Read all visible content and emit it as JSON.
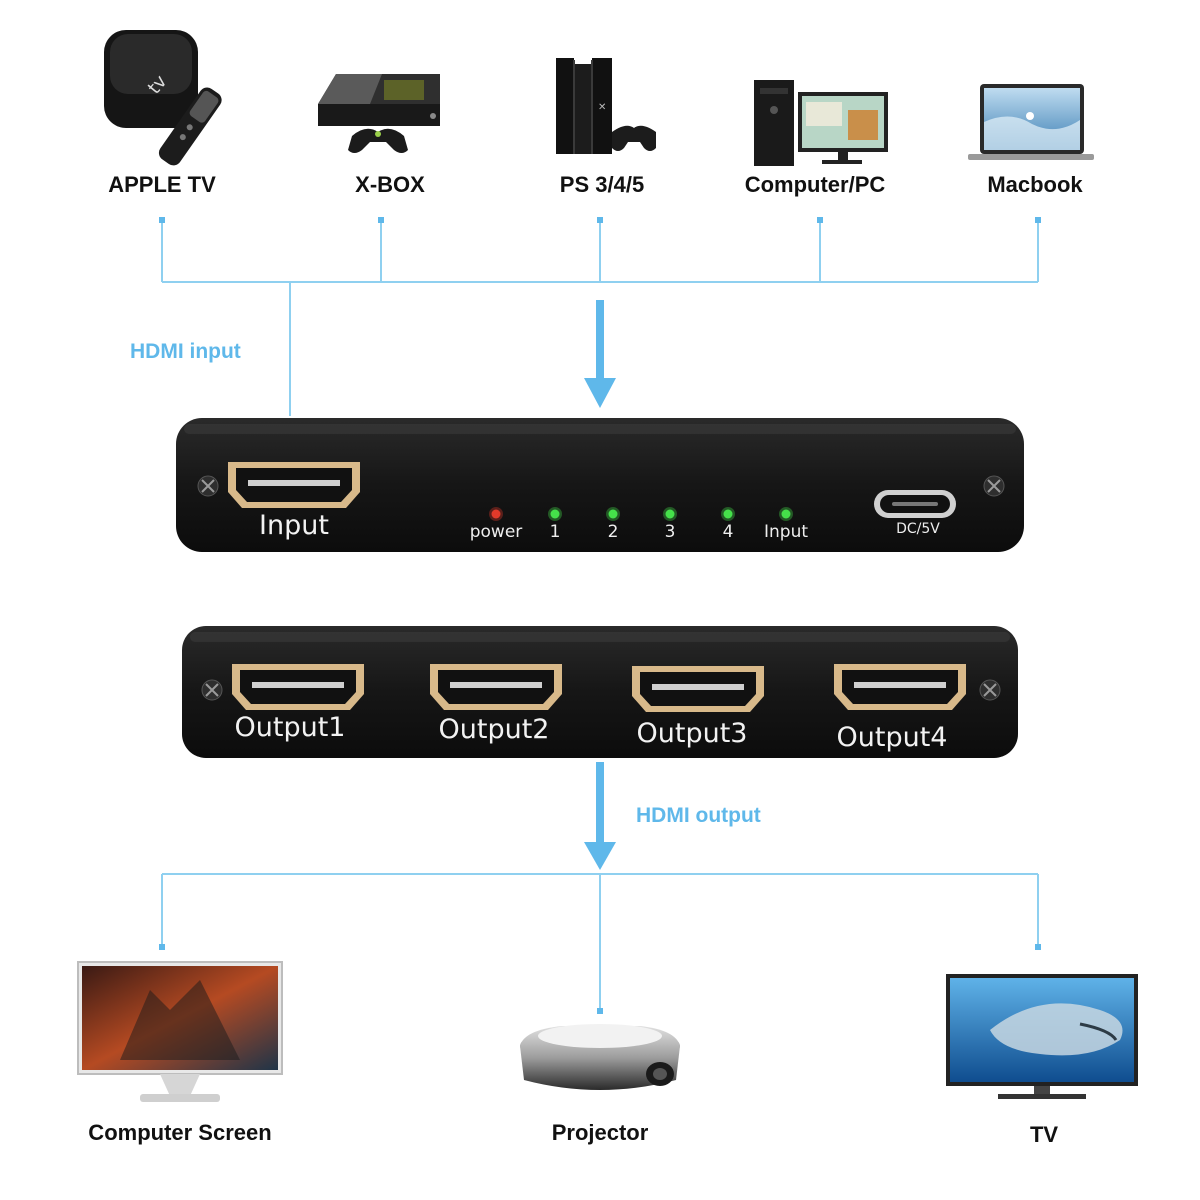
{
  "sources": [
    {
      "label": "APPLE TV",
      "icon": "apple-tv-icon"
    },
    {
      "label": "X-BOX",
      "icon": "xbox-console-icon"
    },
    {
      "label": "PS 3/4/5",
      "icon": "playstation-console-icon"
    },
    {
      "label": "Computer/PC",
      "icon": "desktop-computer-icon"
    },
    {
      "label": "Macbook",
      "icon": "laptop-icon"
    }
  ],
  "hdmi_input_label": "HDMI input",
  "hdmi_output_label": "HDMI output",
  "input_panel": {
    "port_label": "Input",
    "leds": [
      {
        "label": "power",
        "color": "#e23a2a"
      },
      {
        "label": "1",
        "color": "#45e04a"
      },
      {
        "label": "2",
        "color": "#45e04a"
      },
      {
        "label": "3",
        "color": "#45e04a"
      },
      {
        "label": "4",
        "color": "#45e04a"
      },
      {
        "label": "Input",
        "color": "#45e04a"
      }
    ],
    "dc_label": "DC/5V"
  },
  "output_panel": {
    "ports": [
      "Output1",
      "Output2",
      "Output3",
      "Output4"
    ]
  },
  "outputs": [
    {
      "label": "Computer Screen",
      "icon": "monitor-icon"
    },
    {
      "label": "Projector",
      "icon": "projector-icon"
    },
    {
      "label": "TV",
      "icon": "tv-icon"
    }
  ],
  "colors": {
    "connector_line": "#8fd0f0",
    "arrow": "#5fb8ea",
    "label_blue": "#5fb8ea",
    "device_body": "#141414",
    "hdmi_port": "#d8b98a"
  }
}
